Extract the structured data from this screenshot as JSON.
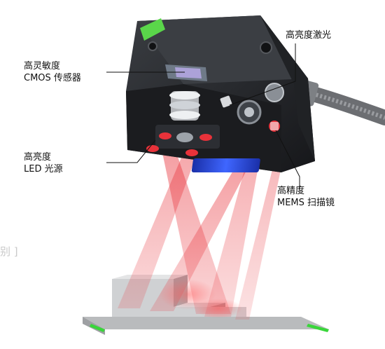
{
  "callouts": {
    "cmos_sensor": {
      "line1": "高灵敏度",
      "line2": "CMOS 传感器"
    },
    "laser": {
      "line1": "高亮度激光"
    },
    "led": {
      "line1": "高亮度",
      "line2": "LED 光源"
    },
    "mems": {
      "line1": "高精度",
      "line2": "MEMS 扫描镜"
    }
  },
  "edge_fragment": "别 ]",
  "colors": {
    "housing": "#2a2c30",
    "accent_green": "#5ad64a",
    "laser_red": "#e8323a",
    "window_blue": "#2e4fd8",
    "target_gray": "#c7c9cb"
  }
}
